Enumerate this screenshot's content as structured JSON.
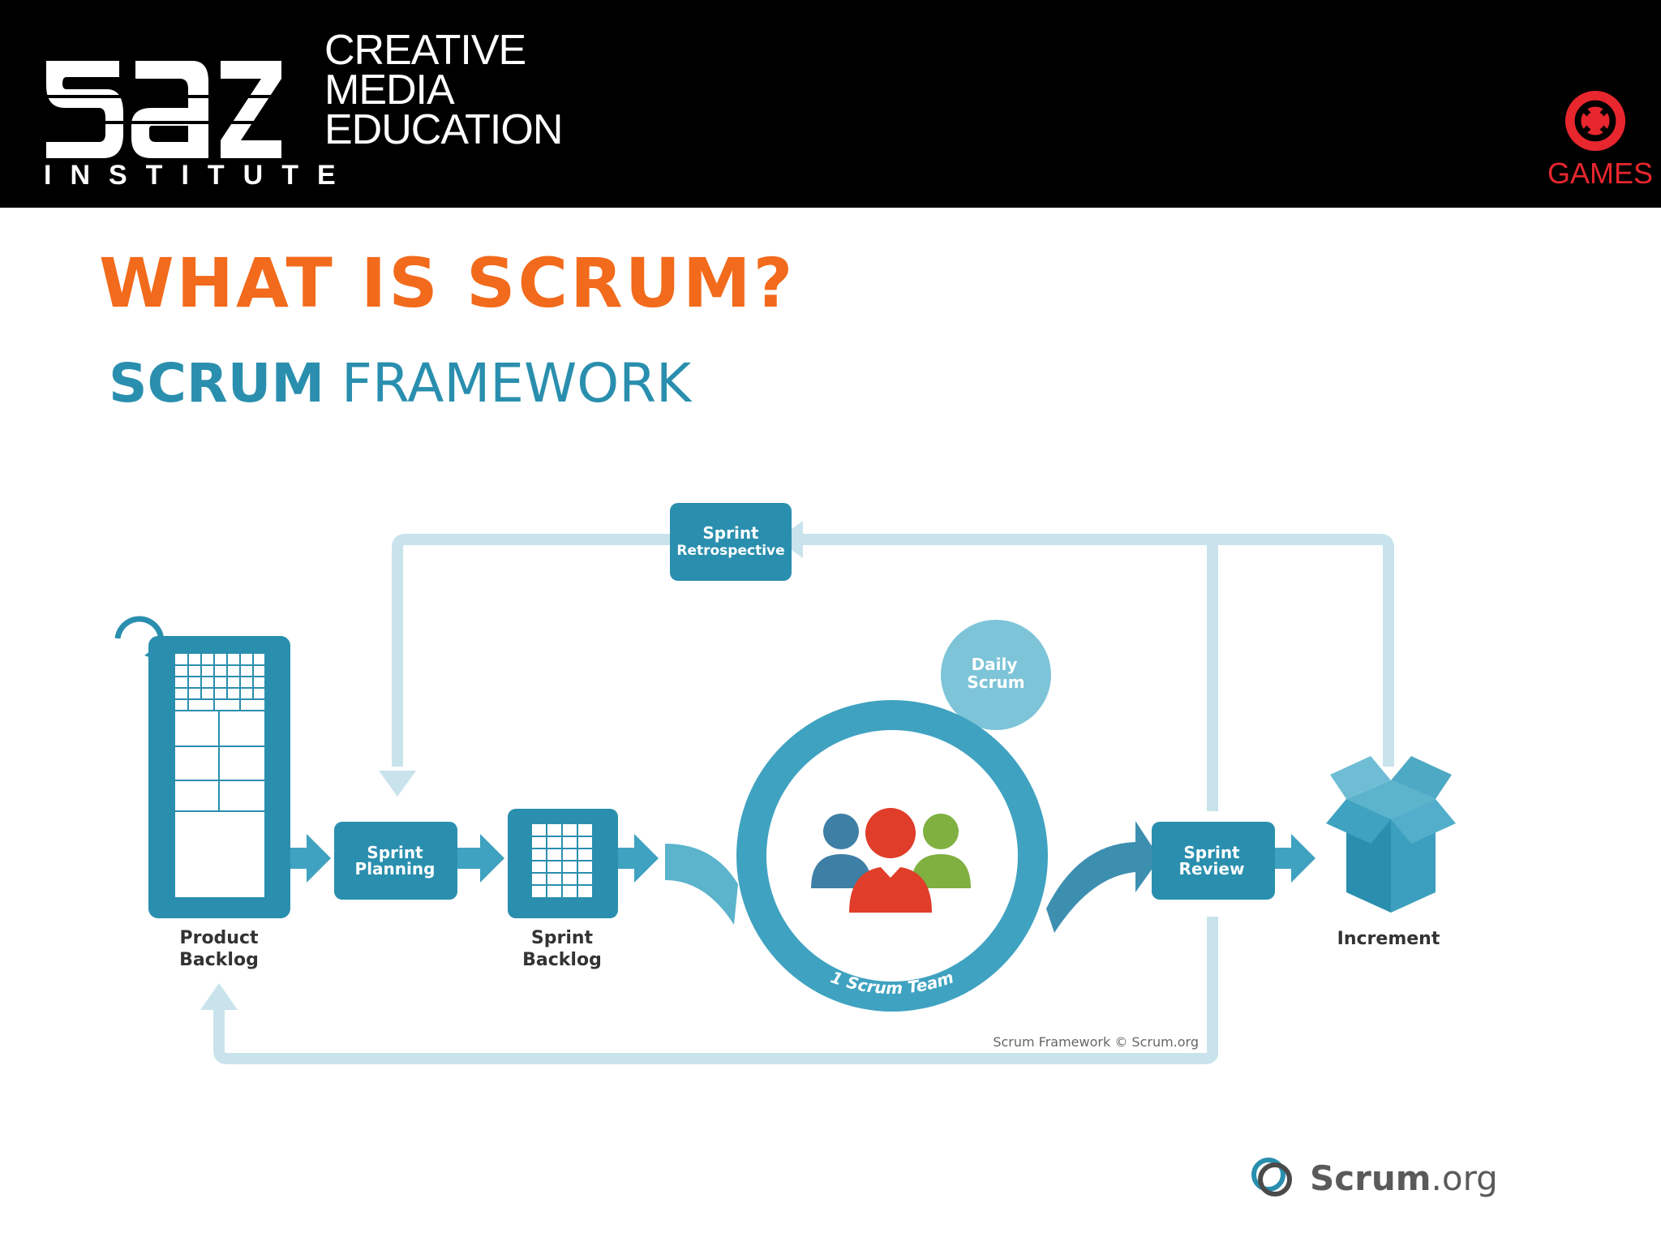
{
  "header": {
    "brand_lines": [
      "INSTITUTE"
    ],
    "tagline": [
      "CREATIVE",
      "MEDIA",
      "EDUCATION"
    ],
    "games_label": "GAMES"
  },
  "page": {
    "title": "WHAT IS SCRUM?",
    "diagram_title_bold": "SCRUM",
    "diagram_title_rest": "FRAMEWORK"
  },
  "diagram": {
    "sprint_retrospective": [
      "Sprint",
      "Retrospective"
    ],
    "daily_scrum": [
      "Daily",
      "Scrum"
    ],
    "sprint_planning": [
      "Sprint",
      "Planning"
    ],
    "sprint_review": [
      "Sprint",
      "Review"
    ],
    "product_backlog": [
      "Product",
      "Backlog"
    ],
    "sprint_backlog": [
      "Sprint",
      "Backlog"
    ],
    "increment": "Increment",
    "scrum_team": "1 Scrum Team",
    "credit": "Scrum Framework © Scrum.org"
  },
  "footer": {
    "logo_bold": "Scrum",
    "logo_rest": ".org"
  },
  "colors": {
    "accent_orange": "#f26a1b",
    "teal": "#2a8fae",
    "teal_light": "#bfe0ea",
    "games_red": "#e8262e"
  }
}
